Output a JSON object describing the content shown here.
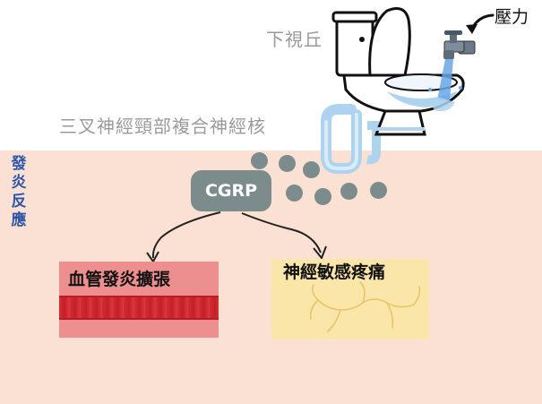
{
  "labels": {
    "hypothalamus": "下視丘",
    "trigeminal_nucleus": "三叉神經頸部複合神經核",
    "pressure": "壓力",
    "inflammation": "發炎反應",
    "cgrp": "CGRP",
    "vasodilation": "血管發炎擴張",
    "nerve_sensitization": "神經敏感疼痛"
  },
  "icons": {
    "toilet": "toilet-icon",
    "faucet": "faucet-icon",
    "pipe": "drain-pipe-icon",
    "nerve": "nerve-icon",
    "blood_vessel": "blood-vessel-icon"
  },
  "colors": {
    "inflammation_bg": "#fbe1d3",
    "cgrp_box": "#7c8c8c",
    "vessel_panel": "#ee8f8f",
    "vessel_tube": "#d32e34",
    "nerve_panel": "#fbe6a9",
    "water": "#6aa6e6",
    "inflammation_text": "#2e55a8"
  }
}
